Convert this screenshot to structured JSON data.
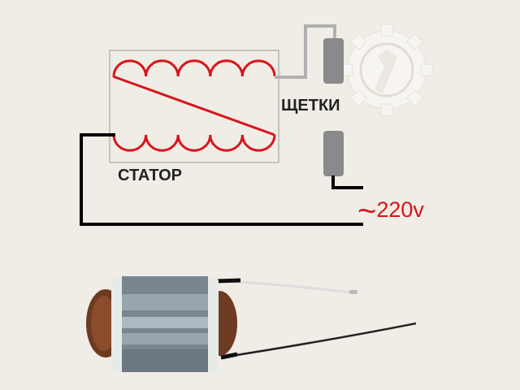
{
  "labels": {
    "brushes": "ЩЕТКИ",
    "stator": "СТАТОР",
    "voltage_symbol": "~",
    "voltage": "220v"
  },
  "colors": {
    "winding": "#d9141b",
    "wire_gray": "#b0b0b0",
    "wire_black": "#000000",
    "brush": "#8a8a8a",
    "background": "#efede6"
  },
  "icons": {
    "watermark": "gear-wrench-icon"
  }
}
